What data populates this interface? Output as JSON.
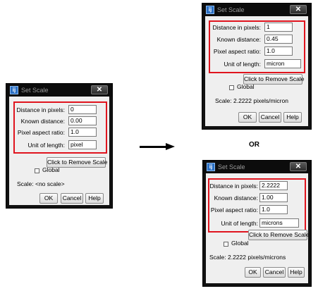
{
  "or_label": "OR",
  "dialogs": [
    {
      "title": "Set Scale",
      "fields": [
        {
          "label": "Distance in pixels:",
          "value": "0"
        },
        {
          "label": "Known distance:",
          "value": "0.00"
        },
        {
          "label": "Pixel aspect ratio:",
          "value": "1.0"
        },
        {
          "label": "Unit of length:",
          "value": "pixel"
        }
      ],
      "remove_scale_label": "Click to Remove Scale",
      "global_label": "Global",
      "scale_text": "Scale: <no scale>",
      "ok_label": "OK",
      "cancel_label": "Cancel",
      "help_label": "Help"
    },
    {
      "title": "Set Scale",
      "fields": [
        {
          "label": "Distance in pixels:",
          "value": "1"
        },
        {
          "label": "Known distance:",
          "value": "0.45"
        },
        {
          "label": "Pixel aspect ratio:",
          "value": "1.0"
        },
        {
          "label": "Unit of length:",
          "value": "micron"
        }
      ],
      "remove_scale_label": "Click to Remove Scale",
      "global_label": "Global",
      "scale_text": "Scale: 2.2222 pixels/micron",
      "ok_label": "OK",
      "cancel_label": "Cancel",
      "help_label": "Help"
    },
    {
      "title": "Set Scale",
      "fields": [
        {
          "label": "Distance in pixels:",
          "value": "2.2222"
        },
        {
          "label": "Known distance:",
          "value": "1.00"
        },
        {
          "label": "Pixel aspect ratio:",
          "value": "1.0"
        },
        {
          "label": "Unit of length:",
          "value": "microns"
        }
      ],
      "remove_scale_label": "Click to Remove Scale",
      "global_label": "Global",
      "scale_text": "Scale: 2.2222 pixels/microns",
      "ok_label": "OK",
      "cancel_label": "Cancel",
      "help_label": "Help"
    }
  ]
}
